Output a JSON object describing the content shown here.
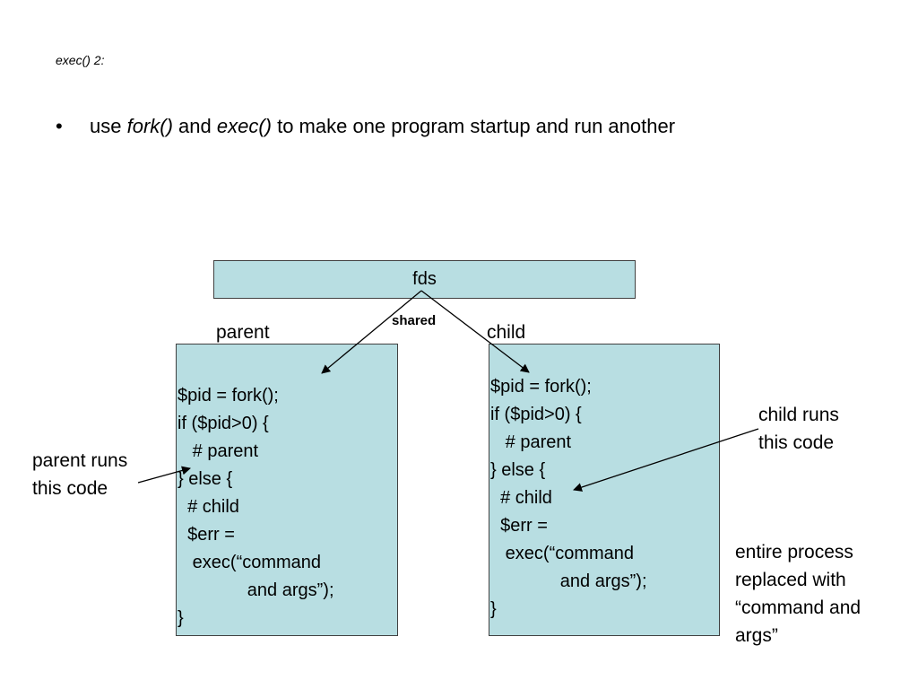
{
  "slide": {
    "title": "exec() 2:",
    "bullet": {
      "symbol": "•",
      "text_before": "use ",
      "fork_text": "fork()",
      "text_middle": " and ",
      "exec_text": "exec()",
      "text_after": " to make one program startup and run another"
    }
  },
  "diagram": {
    "fds_label": "fds",
    "shared_label": "shared",
    "parent_label": "parent",
    "child_label": "child",
    "parent_code": [
      "$pid = fork();",
      "if ($pid>0) {",
      "   # parent",
      "} else {",
      "  # child",
      "  $err =",
      "   exec(“command",
      "              and args”);",
      "}"
    ],
    "child_code": [
      "$pid = fork();",
      "if ($pid>0) {",
      "   # parent",
      "} else {",
      "  # child",
      "  $err =",
      "   exec(“command",
      "              and args”);",
      "}"
    ],
    "note_parent_runs": "parent runs\nthis code",
    "note_child_runs": "child runs\nthis code",
    "note_replaced": "entire process\nreplaced with\n“command and\nargs”"
  },
  "colors": {
    "box_fill": "#b8dee2",
    "box_border": "#404040",
    "text": "#000000"
  }
}
